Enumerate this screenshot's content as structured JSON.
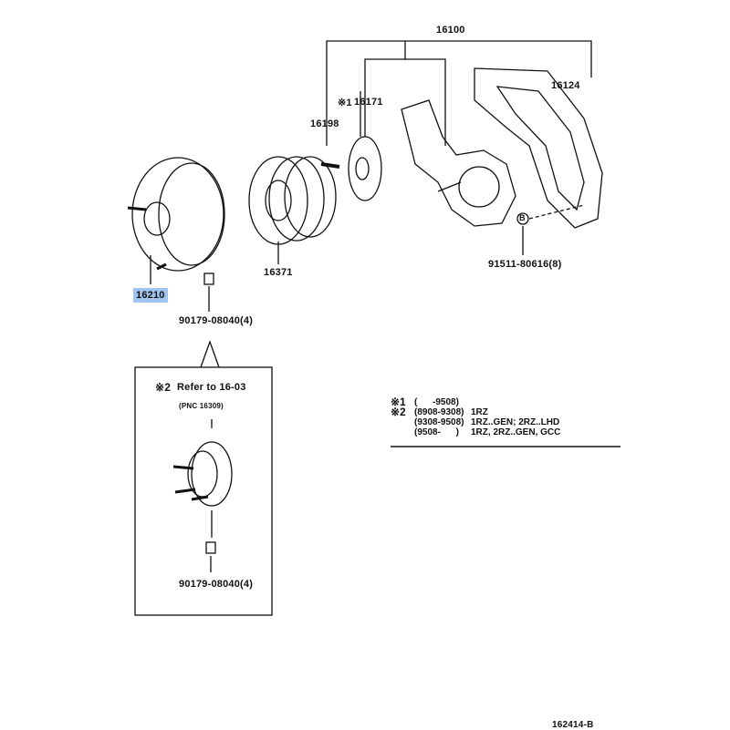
{
  "parts": {
    "assembly": "16100",
    "gasket": "16124",
    "hub_note": "※1",
    "hub": "16171",
    "stud": "16198",
    "pulley": "16371",
    "fan_clutch": "16210",
    "bolt": "91511-80616(8)",
    "nut": "90179-08040(4)",
    "bolt_marker": "B"
  },
  "inset": {
    "title_mark": "※2",
    "title": "Refer to 16-03",
    "pnc": "(PNC 16309)",
    "nut": "90179-08040(4)"
  },
  "notes": [
    {
      "mark": "※1",
      "range": "(      -9508)",
      "desc": ""
    },
    {
      "mark": "※2",
      "range": "(8908-9308)",
      "desc": "1RZ"
    },
    {
      "mark": "",
      "range": "(9308-9508)",
      "desc": "1RZ..GEN; 2RZ..LHD"
    },
    {
      "mark": "",
      "range": "(9508-      )",
      "desc": "1RZ, 2RZ..GEN, GCC"
    }
  ],
  "diagram_id": "162414-B",
  "highlight_color": "#9fc4f0"
}
